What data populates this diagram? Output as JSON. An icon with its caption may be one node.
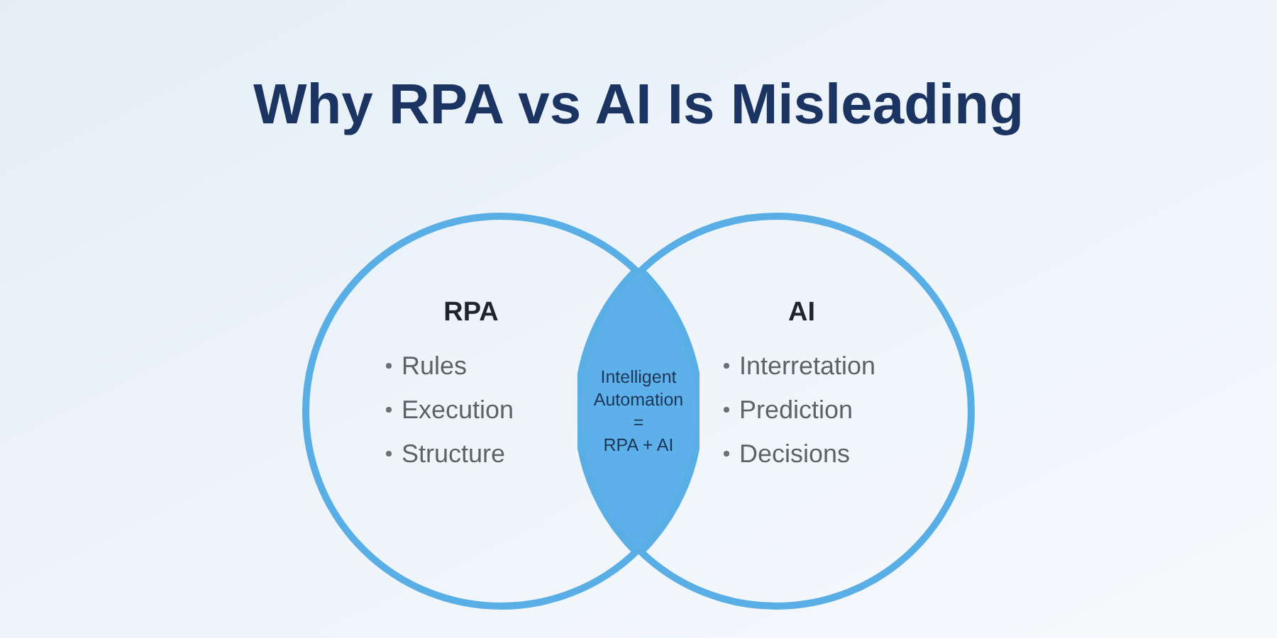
{
  "diagram": {
    "title": "Why RPA vs AI Is Misleading",
    "nodes": [
      {
        "text": [
          "RPA",
          "Rules",
          "Execution",
          "Structure"
        ]
      },
      {
        "text": [
          "AI",
          "Interretation",
          "Prediction",
          "Decisions"
        ]
      },
      {
        "text": [
          "Intelligent Automation",
          "=",
          "RPA + AI"
        ]
      }
    ]
  }
}
